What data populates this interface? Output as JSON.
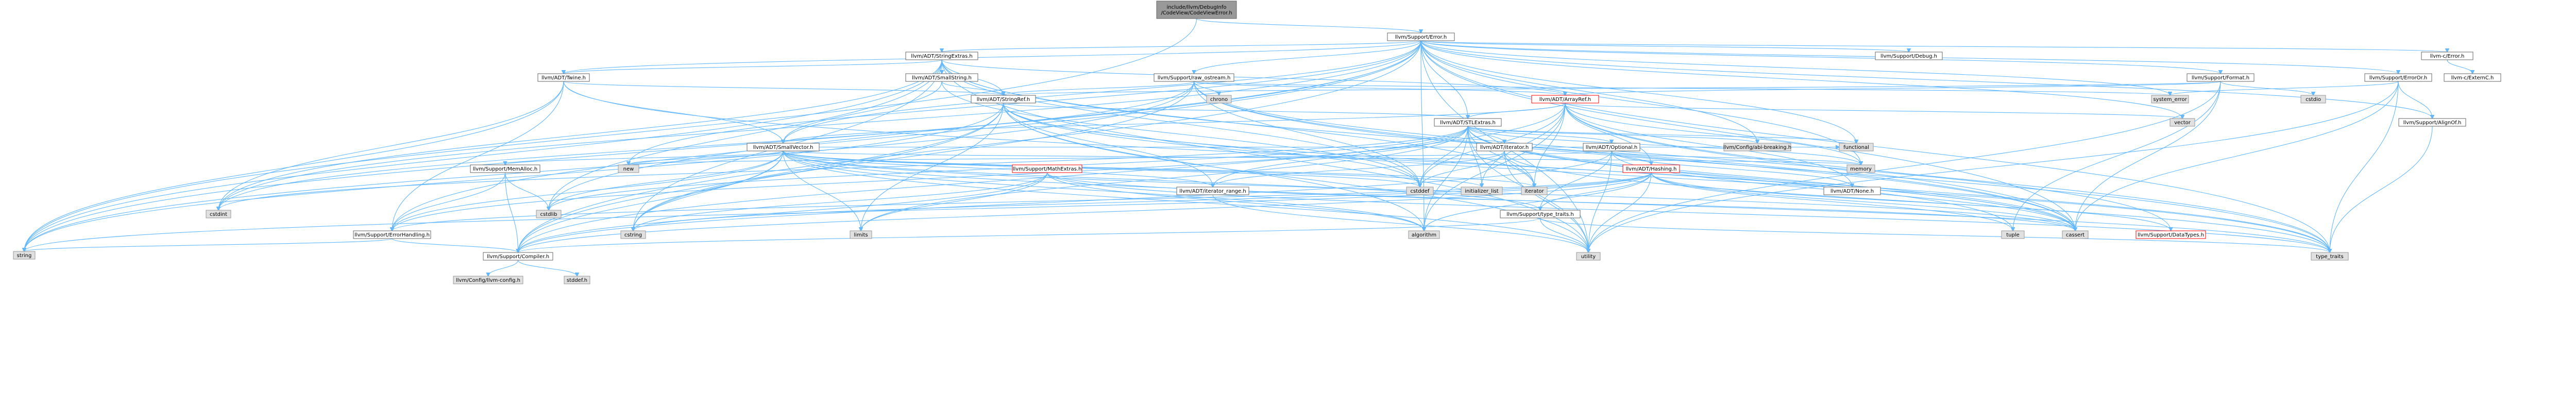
{
  "colors": {
    "root_fill": "#999999",
    "header_fill": "#ffffff",
    "header_stroke": "#666666",
    "system_fill": "#e0e0e0",
    "system_stroke": "#999999",
    "linked_stroke": "#ff0000",
    "edge": "#63b8ff"
  },
  "nodes": [
    {
      "id": "root",
      "label": "include/llvm/DebugInfo\n/CodeView/CodeViewError.h",
      "kind": "root"
    },
    {
      "id": "error",
      "label": "llvm/Support/Error.h",
      "kind": "header"
    },
    {
      "id": "stringextras",
      "label": "llvm/ADT/StringExtras.h",
      "kind": "header"
    },
    {
      "id": "twine",
      "label": "llvm/ADT/Twine.h",
      "kind": "header"
    },
    {
      "id": "smallstring",
      "label": "llvm/ADT/SmallString.h",
      "kind": "header"
    },
    {
      "id": "rawostream",
      "label": "llvm/Support/raw_ostream.h",
      "kind": "header"
    },
    {
      "id": "stringref",
      "label": "llvm/ADT/StringRef.h",
      "kind": "header"
    },
    {
      "id": "arrayref",
      "label": "llvm/ADT/ArrayRef.h",
      "kind": "linked"
    },
    {
      "id": "stlextras",
      "label": "llvm/ADT/STLExtras.h",
      "kind": "header"
    },
    {
      "id": "smallvector",
      "label": "llvm/ADT/SmallVector.h",
      "kind": "header"
    },
    {
      "id": "iterator",
      "label": "llvm/ADT/iterator.h",
      "kind": "header"
    },
    {
      "id": "optional",
      "label": "llvm/ADT/Optional.h",
      "kind": "header"
    },
    {
      "id": "hashing",
      "label": "llvm/ADT/Hashing.h",
      "kind": "linked"
    },
    {
      "id": "none",
      "label": "llvm/ADT/None.h",
      "kind": "header"
    },
    {
      "id": "iteratorrange",
      "label": "llvm/ADT/iterator_range.h",
      "kind": "header"
    },
    {
      "id": "memalloc",
      "label": "llvm/Support/MemAlloc.h",
      "kind": "header"
    },
    {
      "id": "mathextras",
      "label": "llvm/Support/MathExtras.h",
      "kind": "linked"
    },
    {
      "id": "errorhandling",
      "label": "llvm/Support/ErrorHandling.h",
      "kind": "header"
    },
    {
      "id": "compiler",
      "label": "llvm/Support/Compiler.h",
      "kind": "header"
    },
    {
      "id": "llvmconfig",
      "label": "llvm/Config/llvm-config.h",
      "kind": "system"
    },
    {
      "id": "stddef",
      "label": "stddef.h",
      "kind": "system"
    },
    {
      "id": "typetraitsllvm",
      "label": "llvm/Support/type_traits.h",
      "kind": "header"
    },
    {
      "id": "configabi",
      "label": "llvm/Config/abi-breaking.h",
      "kind": "system"
    },
    {
      "id": "debug",
      "label": "llvm/Support/Debug.h",
      "kind": "header"
    },
    {
      "id": "format",
      "label": "llvm/Support/Format.h",
      "kind": "header"
    },
    {
      "id": "datatypes",
      "label": "llvm/Support/DataTypes.h",
      "kind": "linked"
    },
    {
      "id": "erroror",
      "label": "llvm/Support/ErrorOr.h",
      "kind": "header"
    },
    {
      "id": "alignof",
      "label": "llvm/Support/AlignOf.h",
      "kind": "header"
    },
    {
      "id": "cerror",
      "label": "llvm-c/Error.h",
      "kind": "header"
    },
    {
      "id": "cexternc",
      "label": "llvm-c/ExternC.h",
      "kind": "header"
    },
    {
      "id": "chrono",
      "label": "chrono",
      "kind": "system"
    },
    {
      "id": "systemerror",
      "label": "system_error",
      "kind": "system"
    },
    {
      "id": "cstdio",
      "label": "cstdio",
      "kind": "system"
    },
    {
      "id": "vector",
      "label": "vector",
      "kind": "system"
    },
    {
      "id": "functional",
      "label": "functional",
      "kind": "system"
    },
    {
      "id": "memory",
      "label": "memory",
      "kind": "system"
    },
    {
      "id": "tuple",
      "label": "tuple",
      "kind": "system"
    },
    {
      "id": "cassert",
      "label": "cassert",
      "kind": "system"
    },
    {
      "id": "typetraits",
      "label": "type_traits",
      "kind": "system"
    },
    {
      "id": "utility",
      "label": "utility",
      "kind": "system"
    },
    {
      "id": "algorithm",
      "label": "algorithm",
      "kind": "system"
    },
    {
      "id": "cstring",
      "label": "cstring",
      "kind": "system"
    },
    {
      "id": "limits",
      "label": "limits",
      "kind": "system"
    },
    {
      "id": "cstdlib",
      "label": "cstdlib",
      "kind": "system"
    },
    {
      "id": "cstdint",
      "label": "cstdint",
      "kind": "system"
    },
    {
      "id": "string",
      "label": "string",
      "kind": "system"
    },
    {
      "id": "new",
      "label": "new",
      "kind": "system"
    },
    {
      "id": "cstddef",
      "label": "cstddef",
      "kind": "system"
    },
    {
      "id": "initializerlist",
      "label": "initializer_list",
      "kind": "system"
    },
    {
      "id": "iteratorstd",
      "label": "iterator",
      "kind": "system"
    }
  ],
  "edges": [
    [
      "root",
      "error"
    ],
    [
      "root",
      "string"
    ],
    [
      "error",
      "stringextras"
    ],
    [
      "error",
      "twine"
    ],
    [
      "error",
      "rawostream"
    ],
    [
      "error",
      "stlextras"
    ],
    [
      "error",
      "smallvector"
    ],
    [
      "error",
      "configabi"
    ],
    [
      "error",
      "alignof"
    ],
    [
      "error",
      "compiler"
    ],
    [
      "error",
      "debug"
    ],
    [
      "error",
      "errorhandling"
    ],
    [
      "error",
      "erroror"
    ],
    [
      "error",
      "format"
    ],
    [
      "error",
      "cerror"
    ],
    [
      "error",
      "algorithm"
    ],
    [
      "error",
      "cassert"
    ],
    [
      "error",
      "cstdint"
    ],
    [
      "error",
      "cstdlib"
    ],
    [
      "error",
      "functional"
    ],
    [
      "error",
      "memory"
    ],
    [
      "error",
      "new"
    ],
    [
      "error",
      "string"
    ],
    [
      "error",
      "systemerror"
    ],
    [
      "error",
      "typetraits"
    ],
    [
      "error",
      "utility"
    ],
    [
      "error",
      "vector"
    ],
    [
      "stringextras",
      "arrayref"
    ],
    [
      "stringextras",
      "smallstring"
    ],
    [
      "stringextras",
      "stringref"
    ],
    [
      "stringextras",
      "twine"
    ],
    [
      "stringextras",
      "cassert"
    ],
    [
      "stringextras",
      "cstddef"
    ],
    [
      "stringextras",
      "cstdint"
    ],
    [
      "stringextras",
      "cstdlib"
    ],
    [
      "stringextras",
      "cstring"
    ],
    [
      "stringextras",
      "iteratorstd"
    ],
    [
      "stringextras",
      "string"
    ],
    [
      "stringextras",
      "utility"
    ],
    [
      "twine",
      "smallvector"
    ],
    [
      "twine",
      "stringref"
    ],
    [
      "twine",
      "errorhandling"
    ],
    [
      "twine",
      "cassert"
    ],
    [
      "twine",
      "cstdint"
    ],
    [
      "twine",
      "string"
    ],
    [
      "smallstring",
      "smallvector"
    ],
    [
      "smallstring",
      "stringref"
    ],
    [
      "smallstring",
      "cstddef"
    ],
    [
      "rawostream",
      "arrayref"
    ],
    [
      "rawostream",
      "stringref"
    ],
    [
      "rawostream",
      "datatypes"
    ],
    [
      "rawostream",
      "cassert"
    ],
    [
      "rawostream",
      "chrono"
    ],
    [
      "rawostream",
      "cstddef"
    ],
    [
      "rawostream",
      "cstdint"
    ],
    [
      "rawostream",
      "cstring"
    ],
    [
      "rawostream",
      "string"
    ],
    [
      "rawostream",
      "systemerror"
    ],
    [
      "rawostream",
      "typetraits"
    ],
    [
      "stringref",
      "stlextras"
    ],
    [
      "stringref",
      "iteratorrange"
    ],
    [
      "stringref",
      "compiler"
    ],
    [
      "stringref",
      "algorithm"
    ],
    [
      "stringref",
      "cassert"
    ],
    [
      "stringref",
      "cstddef"
    ],
    [
      "stringref",
      "cstring"
    ],
    [
      "stringref",
      "limits"
    ],
    [
      "stringref",
      "string"
    ],
    [
      "stringref",
      "typetraits"
    ],
    [
      "stringref",
      "utility"
    ],
    [
      "arrayref",
      "hashing"
    ],
    [
      "arrayref",
      "none"
    ],
    [
      "arrayref",
      "smallvector"
    ],
    [
      "arrayref",
      "stlextras"
    ],
    [
      "arrayref",
      "compiler"
    ],
    [
      "arrayref",
      "algorithm"
    ],
    [
      "arrayref",
      "array"
    ],
    [
      "arrayref",
      "cassert"
    ],
    [
      "arrayref",
      "cstddef"
    ],
    [
      "arrayref",
      "initializerlist"
    ],
    [
      "arrayref",
      "iteratorstd"
    ],
    [
      "arrayref",
      "memory"
    ],
    [
      "arrayref",
      "typetraits"
    ],
    [
      "arrayref",
      "vector"
    ],
    [
      "stlextras",
      "optional"
    ],
    [
      "stlextras",
      "iterator"
    ],
    [
      "stlextras",
      "iteratorrange"
    ],
    [
      "stlextras",
      "configabi"
    ],
    [
      "stlextras",
      "errorhandling"
    ],
    [
      "stlextras",
      "algorithm"
    ],
    [
      "stlextras",
      "cassert"
    ],
    [
      "stlextras",
      "cstddef"
    ],
    [
      "stlextras",
      "cstdint"
    ],
    [
      "stlextras",
      "cstdlib"
    ],
    [
      "stlextras",
      "functional"
    ],
    [
      "stlextras",
      "initializerlist"
    ],
    [
      "stlextras",
      "iteratorstd"
    ],
    [
      "stlextras",
      "limits"
    ],
    [
      "stlextras",
      "memory"
    ],
    [
      "stlextras",
      "tuple"
    ],
    [
      "stlextras",
      "typetraits"
    ],
    [
      "stlextras",
      "utility"
    ],
    [
      "smallvector",
      "iteratorrange"
    ],
    [
      "smallvector",
      "compiler"
    ],
    [
      "smallvector",
      "errorhandling"
    ],
    [
      "smallvector",
      "memalloc"
    ],
    [
      "smallvector",
      "typetraitsllvm"
    ],
    [
      "smallvector",
      "algorithm"
    ],
    [
      "smallvector",
      "cassert"
    ],
    [
      "smallvector",
      "cstddef"
    ],
    [
      "smallvector",
      "cstdlib"
    ],
    [
      "smallvector",
      "cstring"
    ],
    [
      "smallvector",
      "functional"
    ],
    [
      "smallvector",
      "initializerlist"
    ],
    [
      "smallvector",
      "iteratorstd"
    ],
    [
      "smallvector",
      "limits"
    ],
    [
      "smallvector",
      "memory"
    ],
    [
      "smallvector",
      "new"
    ],
    [
      "smallvector",
      "typetraits"
    ],
    [
      "smallvector",
      "utility"
    ],
    [
      "iterator",
      "iteratorrange"
    ],
    [
      "iterator",
      "cstddef"
    ],
    [
      "iterator",
      "iteratorstd"
    ],
    [
      "iterator",
      "typetraits"
    ],
    [
      "iterator",
      "utility"
    ],
    [
      "optional",
      "hashing"
    ],
    [
      "optional",
      "none"
    ],
    [
      "optional",
      "compiler"
    ],
    [
      "optional",
      "typetraitsllvm"
    ],
    [
      "optional",
      "cassert"
    ],
    [
      "optional",
      "memory"
    ],
    [
      "optional",
      "new"
    ],
    [
      "optional",
      "utility"
    ],
    [
      "hashing",
      "errorhandling"
    ],
    [
      "hashing",
      "compiler"
    ],
    [
      "hashing",
      "datatypes"
    ],
    [
      "hashing",
      "typetraitsllvm"
    ],
    [
      "hashing",
      "algorithm"
    ],
    [
      "hashing",
      "cassert"
    ],
    [
      "hashing",
      "cstring"
    ],
    [
      "hashing",
      "string"
    ],
    [
      "hashing",
      "tuple"
    ],
    [
      "hashing",
      "utility"
    ],
    [
      "iteratorrange",
      "utility"
    ],
    [
      "memalloc",
      "compiler"
    ],
    [
      "memalloc",
      "errorhandling"
    ],
    [
      "memalloc",
      "cstdlib"
    ],
    [
      "mathextras",
      "compiler"
    ],
    [
      "mathextras",
      "algorithm"
    ],
    [
      "mathextras",
      "cassert"
    ],
    [
      "mathextras",
      "climits"
    ],
    [
      "mathextras",
      "cstring"
    ],
    [
      "mathextras",
      "limits"
    ],
    [
      "mathextras",
      "typetraits"
    ],
    [
      "errorhandling",
      "compiler"
    ],
    [
      "errorhandling",
      "string"
    ],
    [
      "compiler",
      "llvmconfig"
    ],
    [
      "compiler",
      "stddef"
    ],
    [
      "typetraitsllvm",
      "compiler"
    ],
    [
      "typetraitsllvm",
      "typetraits"
    ],
    [
      "typetraitsllvm",
      "utility"
    ],
    [
      "format",
      "arrayref"
    ],
    [
      "format",
      "stringref"
    ],
    [
      "format",
      "cassert"
    ],
    [
      "format",
      "cstdio"
    ],
    [
      "format",
      "tuple"
    ],
    [
      "format",
      "utility"
    ],
    [
      "erroror",
      "alignof"
    ],
    [
      "erroror",
      "cassert"
    ],
    [
      "erroror",
      "systemerror"
    ],
    [
      "erroror",
      "typetraits"
    ],
    [
      "erroror",
      "utility"
    ],
    [
      "alignof",
      "typetraits"
    ],
    [
      "cerror",
      "cexternc"
    ]
  ]
}
